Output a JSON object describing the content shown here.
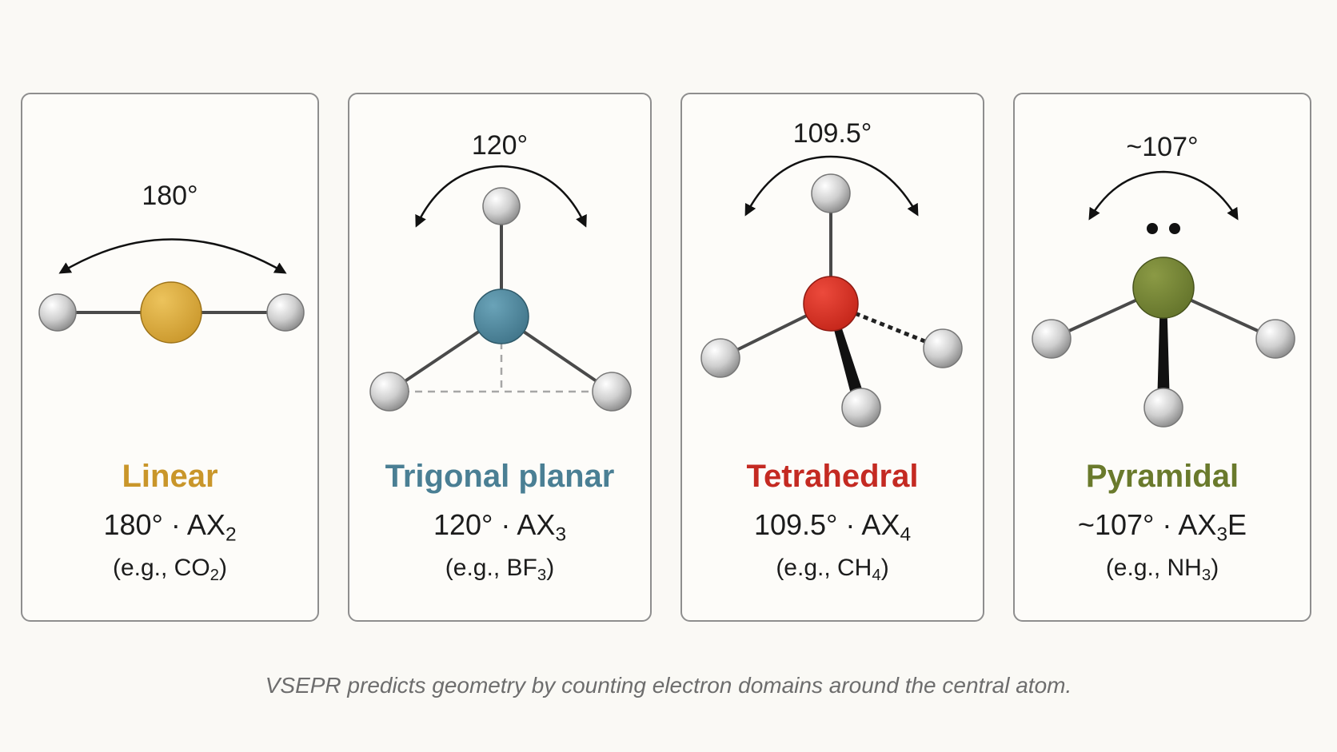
{
  "colors": {
    "linear": "#c9962a",
    "trigonal": "#4a7f94",
    "tetrahedral": "#c42a22",
    "pyramidal": "#6a7a2c",
    "ligand": "#c8c8c8"
  },
  "cards": [
    {
      "angle_label": "180°",
      "name": "Linear",
      "formula_prefix": "180° · AX",
      "formula_sub": "2",
      "formula_suffix": "",
      "example_prefix": "(e.g., CO",
      "example_sub": "2",
      "example_suffix": ")"
    },
    {
      "angle_label": "120°",
      "name": "Trigonal planar",
      "formula_prefix": "120° · AX",
      "formula_sub": "3",
      "formula_suffix": "",
      "example_prefix": "(e.g., BF",
      "example_sub": "3",
      "example_suffix": ")"
    },
    {
      "angle_label": "109.5°",
      "name": "Tetrahedral",
      "formula_prefix": "109.5° · AX",
      "formula_sub": "4",
      "formula_suffix": "",
      "example_prefix": "(e.g., CH",
      "example_sub": "4",
      "example_suffix": ")"
    },
    {
      "angle_label": "~107°",
      "name": "Pyramidal",
      "formula_prefix": "~107° · AX",
      "formula_sub": "3",
      "formula_suffix": "E",
      "example_prefix": "(e.g., NH",
      "example_sub": "3",
      "example_suffix": ")"
    }
  ],
  "caption": "VSEPR predicts geometry by counting electron domains around the central atom."
}
